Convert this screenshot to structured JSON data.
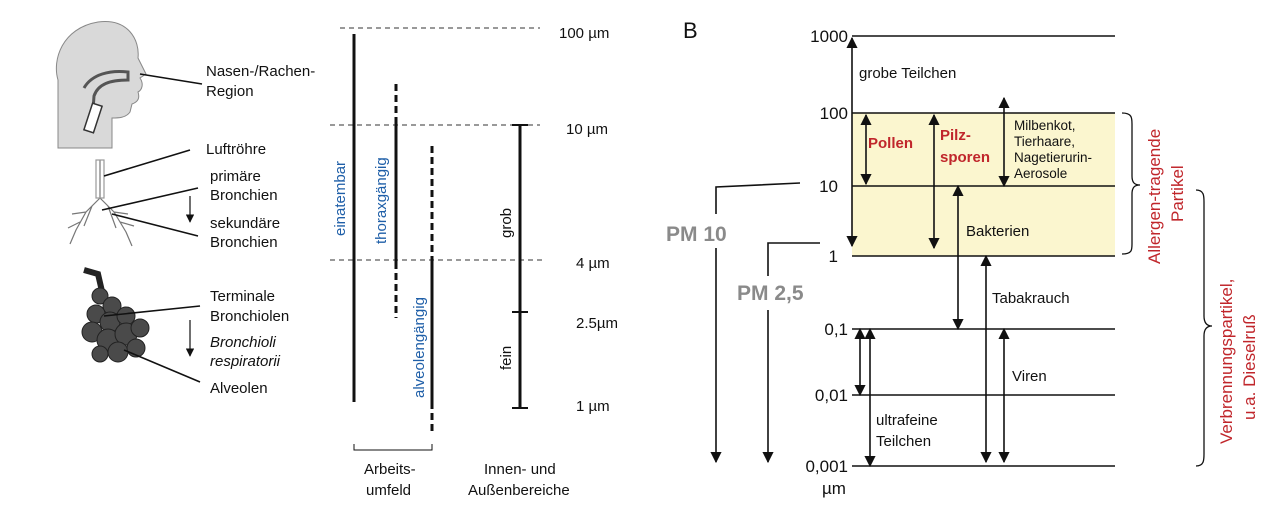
{
  "panel_b_label": "B",
  "anatomy": {
    "nose_region": [
      "Nasen-/Rachen-",
      "Region"
    ],
    "trachea": "Luftröhre",
    "primary_bronchi": [
      "primäre",
      "Bronchien"
    ],
    "secondary_bronchi": [
      "sekundäre",
      "Bronchien"
    ],
    "terminal_bronchioles": [
      "Terminale",
      "Bronchiolen"
    ],
    "resp_bronchioles": [
      "Bronchioli",
      "respiratorii"
    ],
    "alveoli": "Alveolen"
  },
  "left_fractions": {
    "inhalable": "einatembar",
    "thoracic": "thoraxgängig",
    "alveolar": "alveolengängig",
    "coarse": "grob",
    "fine": "fein",
    "work_env": [
      "Arbeits-",
      "umfeld"
    ],
    "indoor_outdoor": [
      "Innen- und",
      "Außenbereiche"
    ]
  },
  "left_scale": {
    "ticks": [
      {
        "label": "100  µm",
        "value": 100
      },
      {
        "label": "10  µm",
        "value": 10
      },
      {
        "label": "4  µm",
        "value": 4
      },
      {
        "label": "2.5µm",
        "value": 2.5
      },
      {
        "label": "1  µm",
        "value": 1
      }
    ]
  },
  "right_scale": {
    "ticks": [
      {
        "label": "1000",
        "value": 1000
      },
      {
        "label": "100",
        "value": 100
      },
      {
        "label": "10",
        "value": 10
      },
      {
        "label": "1",
        "value": 1
      },
      {
        "label": "0,1",
        "value": 0.1
      },
      {
        "label": "0,01",
        "value": 0.01
      },
      {
        "label": "0,001",
        "value": 0.001
      }
    ],
    "unit": "µm"
  },
  "particles": {
    "coarse": "grobe Teilchen",
    "pollen": "Pollen",
    "spores": [
      "Pilz-",
      "sporen"
    ],
    "mites": [
      "Milbenkot,",
      "Tierhaare,",
      "Nagetierurin-",
      "Aerosole"
    ],
    "bacteria": "Bakterien",
    "tobacco": "Tabakrauch",
    "viruses": "Viren",
    "ultrafine": [
      "ultrafeine",
      "Teilchen"
    ]
  },
  "pm": {
    "pm10": "PM 10",
    "pm25": "PM 2,5"
  },
  "side_labels": {
    "allergen": [
      "Allergen-tragende",
      "Partikel"
    ],
    "combustion": [
      "Verbrennungspartikel,",
      "u.a. Dieselruß"
    ]
  },
  "colors": {
    "highlight": "#fbf6cf",
    "red": "#c0262b",
    "blue": "#1f5fa8",
    "gray": "#8a8a8a"
  }
}
